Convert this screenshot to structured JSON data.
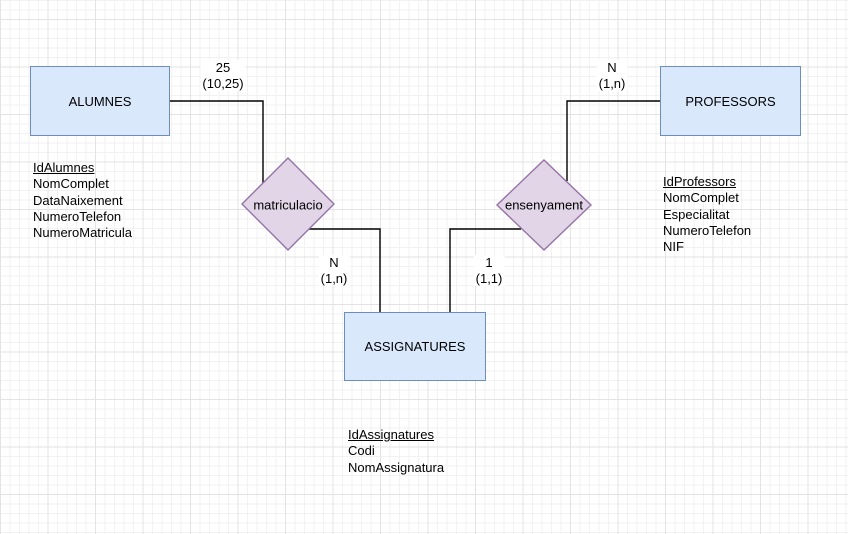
{
  "diagram": {
    "type": "entity-relationship",
    "colors": {
      "entity_fill": "#dae8fc",
      "entity_border": "#6c8ebf",
      "relationship_fill": "#e1d5e7",
      "relationship_border": "#9673a6",
      "connector": "#000000",
      "text": "#000000",
      "grid_minor": "#f2f2f2",
      "grid_major": "#e3e3e3"
    }
  },
  "entities": [
    {
      "label": "ALUMNES"
    },
    {
      "label": "PROFESSORS"
    },
    {
      "label": "ASSIGNATURES"
    }
  ],
  "relationships": [
    {
      "label": "matriculacio"
    },
    {
      "label": "ensenyament"
    }
  ],
  "cardinalities": [
    {
      "edge": "alumnes-matriculacio",
      "value": "25",
      "range": "(10,25)"
    },
    {
      "edge": "professors-ensenyament",
      "value": "N",
      "range": "(1,n)"
    },
    {
      "edge": "matriculacio-assignatures",
      "value": "N",
      "range": "(1,n)"
    },
    {
      "edge": "ensenyament-assignatures",
      "value": "1",
      "range": "(1,1)"
    }
  ],
  "attributes": {
    "alumnes": [
      "IdAlumnes",
      "NomComplet",
      "DataNaixement",
      "NumeroTelefon",
      "NumeroMatricula"
    ],
    "professors": [
      "IdProfessors",
      "NomComplet",
      "Especialitat",
      "NumeroTelefon",
      "NIF"
    ],
    "assignatures": [
      "IdAssignatures",
      "Codi",
      "NomAssignatura"
    ]
  }
}
